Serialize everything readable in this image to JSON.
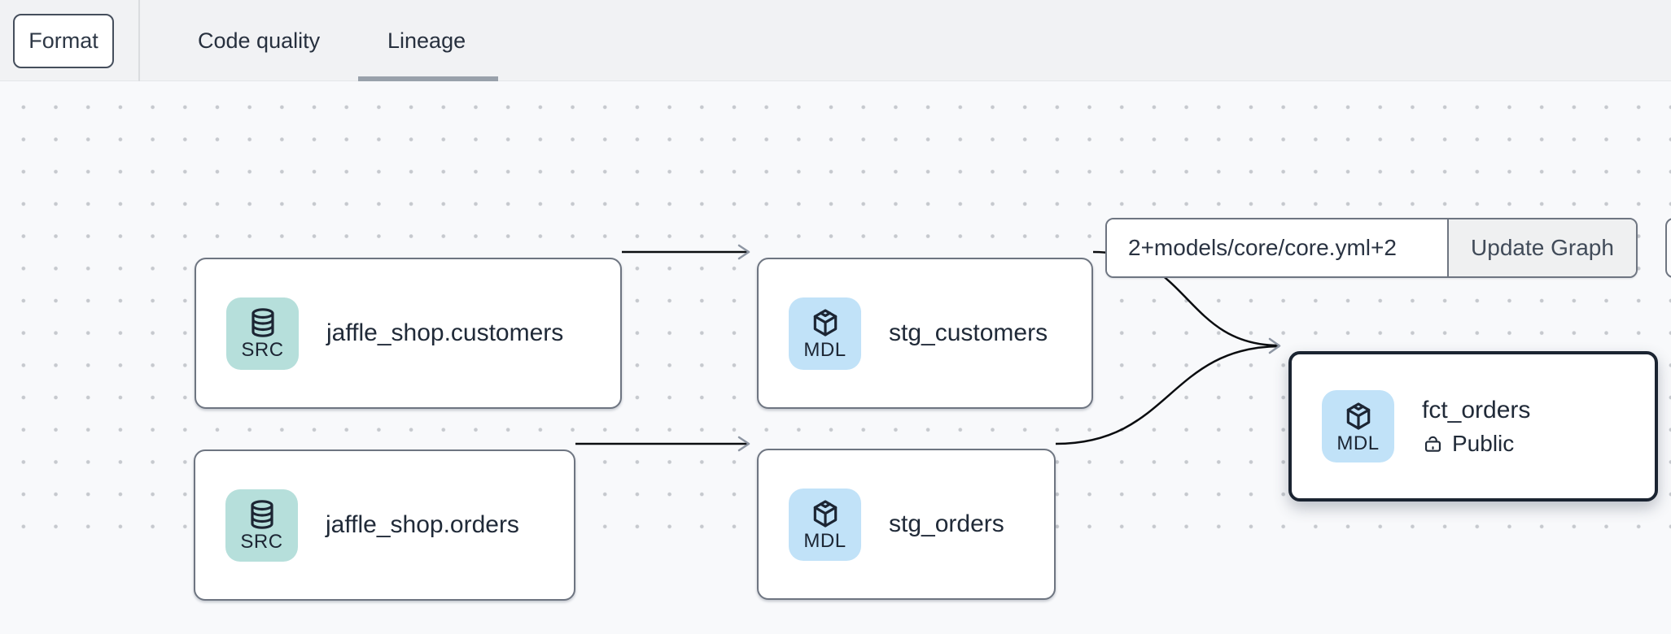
{
  "toolbar": {
    "format_label": "Format"
  },
  "tabs": {
    "items": [
      {
        "label": "Code quality",
        "active": false
      },
      {
        "label": "Lineage",
        "active": true
      }
    ]
  },
  "lineage_controls": {
    "selector_value": "2+models/core/core.yml+2",
    "update_button_label": "Update Graph"
  },
  "graph": {
    "nodes": [
      {
        "title": "jaffle_shop.customers",
        "badge": "SRC",
        "icon": "database-icon",
        "kind": "source",
        "selected": false
      },
      {
        "title": "stg_customers",
        "badge": "MDL",
        "icon": "cube-icon",
        "kind": "model",
        "selected": false
      },
      {
        "title": "jaffle_shop.orders",
        "badge": "SRC",
        "icon": "database-icon",
        "kind": "source",
        "selected": false
      },
      {
        "title": "stg_orders",
        "badge": "MDL",
        "icon": "cube-icon",
        "kind": "model",
        "selected": false
      },
      {
        "title": "fct_orders",
        "badge": "MDL",
        "icon": "cube-icon",
        "kind": "model",
        "subtitle": "Public",
        "subtitle_icon": "unlocked-icon",
        "selected": true
      }
    ],
    "edges": [
      {
        "from": "jaffle_shop.customers",
        "to": "stg_customers"
      },
      {
        "from": "jaffle_shop.orders",
        "to": "stg_orders"
      },
      {
        "from": "stg_customers",
        "to": "fct_orders"
      },
      {
        "from": "stg_orders",
        "to": "fct_orders"
      }
    ]
  },
  "colors": {
    "source_icon_bg": "#b6dfdb",
    "model_icon_bg": "#c1e2f8",
    "selected_node_border": "#1b2431",
    "node_border": "#6e7581",
    "edge": "#0b0d10",
    "arrowhead": "#8e96a3",
    "active_tab_underline": "#99a1ab",
    "canvas_bg": "#f8f9fb",
    "topbar_bg": "#f1f2f4"
  }
}
